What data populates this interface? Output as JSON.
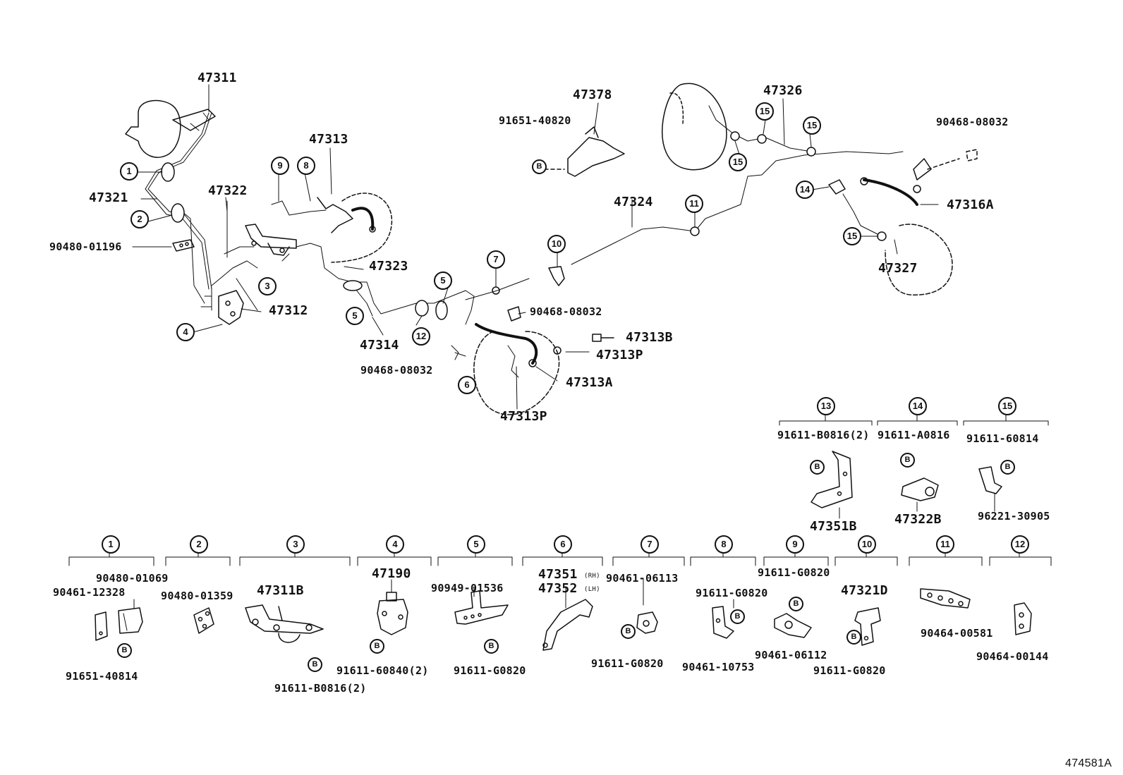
{
  "diagram": {
    "ref_code": "474581A",
    "bolt_mark": "B",
    "callouts": [
      {
        "id": "c1",
        "n": "1"
      },
      {
        "id": "c2",
        "n": "2"
      },
      {
        "id": "c3",
        "n": "3"
      },
      {
        "id": "c4",
        "n": "4"
      },
      {
        "id": "c5a",
        "n": "5"
      },
      {
        "id": "c5b",
        "n": "5"
      },
      {
        "id": "c6",
        "n": "6"
      },
      {
        "id": "c7",
        "n": "7"
      },
      {
        "id": "c8",
        "n": "8"
      },
      {
        "id": "c9",
        "n": "9"
      },
      {
        "id": "c10",
        "n": "10"
      },
      {
        "id": "c11",
        "n": "11"
      },
      {
        "id": "c12",
        "n": "12"
      },
      {
        "id": "c14",
        "n": "14"
      },
      {
        "id": "c15a",
        "n": "15"
      },
      {
        "id": "c15b",
        "n": "15"
      },
      {
        "id": "c15c",
        "n": "15"
      },
      {
        "id": "c15d",
        "n": "15"
      }
    ],
    "main_labels": [
      {
        "id": "l47311",
        "text": "47311"
      },
      {
        "id": "l47321",
        "text": "47321"
      },
      {
        "id": "l90480-01196",
        "text": "90480-01196"
      },
      {
        "id": "l47322",
        "text": "47322"
      },
      {
        "id": "l47312",
        "text": "47312"
      },
      {
        "id": "l47313",
        "text": "47313"
      },
      {
        "id": "l47323",
        "text": "47323"
      },
      {
        "id": "l47314",
        "text": "47314"
      },
      {
        "id": "l90468-08032a",
        "text": "90468-08032"
      },
      {
        "id": "l47378",
        "text": "47378"
      },
      {
        "id": "l91651-40820",
        "text": "91651-40820"
      },
      {
        "id": "l47324",
        "text": "47324"
      },
      {
        "id": "l90468-08032b",
        "text": "90468-08032"
      },
      {
        "id": "l47313B",
        "text": "47313B"
      },
      {
        "id": "l47313Pa",
        "text": "47313P"
      },
      {
        "id": "l47313A",
        "text": "47313A"
      },
      {
        "id": "l47313Pb",
        "text": "47313P"
      },
      {
        "id": "l47326",
        "text": "47326"
      },
      {
        "id": "l90468-08032c",
        "text": "90468-08032"
      },
      {
        "id": "l47316A",
        "text": "47316A"
      },
      {
        "id": "l47327",
        "text": "47327"
      }
    ],
    "detail_groups": [
      {
        "id": "g13",
        "n": "13",
        "parts": [
          {
            "text": "91611-B0816(2)"
          },
          {
            "text": "47351B"
          }
        ]
      },
      {
        "id": "g14",
        "n": "14",
        "parts": [
          {
            "text": "91611-A0816"
          },
          {
            "text": "47322B"
          }
        ]
      },
      {
        "id": "g15",
        "n": "15",
        "parts": [
          {
            "text": "91611-60814"
          },
          {
            "text": "96221-30905"
          }
        ]
      },
      {
        "id": "g1",
        "n": "1",
        "parts": [
          {
            "text": "90480-01069"
          },
          {
            "text": "90461-12328"
          },
          {
            "text": "91651-40814"
          }
        ]
      },
      {
        "id": "g2",
        "n": "2",
        "parts": [
          {
            "text": "90480-01359"
          }
        ]
      },
      {
        "id": "g3",
        "n": "3",
        "parts": [
          {
            "text": "47311B"
          },
          {
            "text": "91611-B0816(2)"
          }
        ]
      },
      {
        "id": "g4",
        "n": "4",
        "parts": [
          {
            "text": "47190"
          },
          {
            "text": "91611-60840(2)"
          }
        ]
      },
      {
        "id": "g5",
        "n": "5",
        "parts": [
          {
            "text": "90949-01536"
          },
          {
            "text": "91611-G0820"
          }
        ]
      },
      {
        "id": "g6",
        "n": "6",
        "parts": [
          {
            "text": "47351"
          },
          {
            "text": "(RH)"
          },
          {
            "text": "47352"
          },
          {
            "text": "(LH)"
          }
        ]
      },
      {
        "id": "g7",
        "n": "7",
        "parts": [
          {
            "text": "90461-06113"
          },
          {
            "text": "91611-G0820"
          }
        ]
      },
      {
        "id": "g8",
        "n": "8",
        "parts": [
          {
            "text": "91611-G0820"
          },
          {
            "text": "90461-10753"
          }
        ]
      },
      {
        "id": "g9",
        "n": "9",
        "parts": [
          {
            "text": "91611-G0820"
          },
          {
            "text": "90461-06112"
          }
        ]
      },
      {
        "id": "g10",
        "n": "10",
        "parts": [
          {
            "text": "47321D"
          },
          {
            "text": "91611-G0820"
          }
        ]
      },
      {
        "id": "g11",
        "n": "11",
        "parts": [
          {
            "text": "90464-00581"
          }
        ]
      },
      {
        "id": "g12",
        "n": "12",
        "parts": [
          {
            "text": "90464-00144"
          }
        ]
      }
    ]
  }
}
